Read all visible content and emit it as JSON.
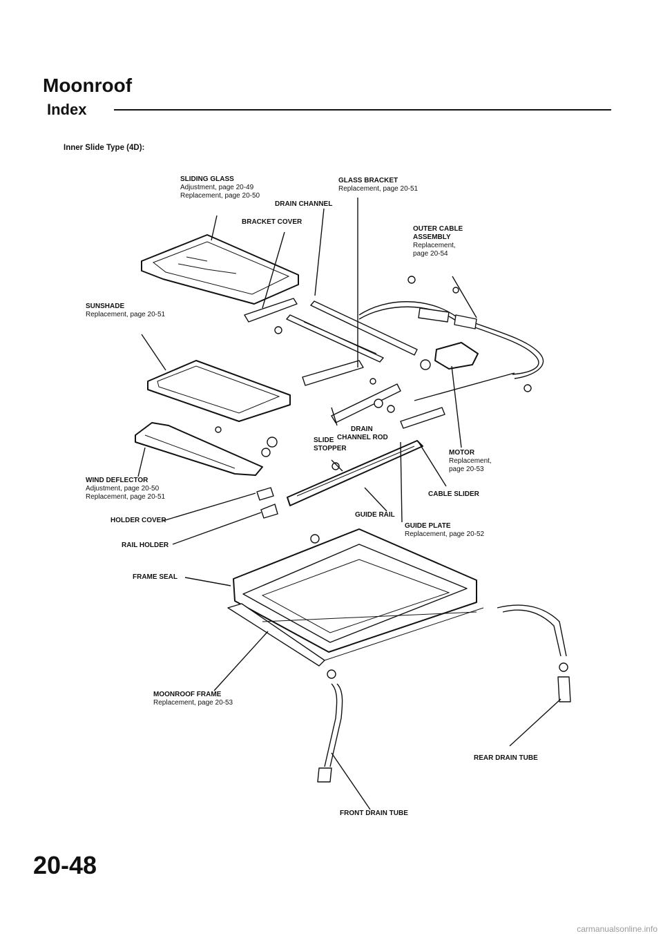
{
  "header": {
    "title": "Moonroof",
    "subtitle": "Index"
  },
  "section": "Inner Slide Type (4D):",
  "labels": {
    "sliding_glass": {
      "name": "SLIDING GLASS",
      "line1": "Adjustment, page 20-49",
      "line2": "Replacement, page 20-50"
    },
    "glass_bracket": {
      "name": "GLASS BRACKET",
      "line1": "Replacement, page 20-51"
    },
    "drain_channel": {
      "name": "DRAIN CHANNEL"
    },
    "bracket_cover": {
      "name": "BRACKET COVER"
    },
    "outer_cable": {
      "name1": "OUTER CABLE",
      "name2": "ASSEMBLY",
      "line1": "Replacement,",
      "line2": "page 20-54"
    },
    "sunshade": {
      "name": "SUNSHADE",
      "line1": "Replacement, page 20-51"
    },
    "drain_channel_rod": {
      "name1": "DRAIN",
      "name2": "CHANNEL ROD"
    },
    "slide_stopper": {
      "name1": "SLIDE",
      "name2": "STOPPER"
    },
    "motor": {
      "name": "MOTOR",
      "line1": "Replacement,",
      "line2": "page 20-53"
    },
    "wind_deflector": {
      "name": "WIND DEFLECTOR",
      "line1": "Adjustment, page 20-50",
      "line2": "Replacement, page 20-51"
    },
    "cable_slider": {
      "name": "CABLE SLIDER"
    },
    "holder_cover": {
      "name": "HOLDER COVER"
    },
    "guide_rail": {
      "name": "GUIDE RAIL"
    },
    "guide_plate": {
      "name": "GUIDE PLATE",
      "line1": "Replacement, page 20-52"
    },
    "rail_holder": {
      "name": "RAIL HOLDER"
    },
    "frame_seal": {
      "name": "FRAME SEAL"
    },
    "moonroof_frame": {
      "name": "MOONROOF FRAME",
      "line1": "Replacement, page 20-53"
    },
    "rear_drain_tube": {
      "name": "REAR DRAIN TUBE"
    },
    "front_drain_tube": {
      "name": "FRONT DRAIN TUBE"
    }
  },
  "page_number": "20-48",
  "footer": "carmanualsonline.info"
}
